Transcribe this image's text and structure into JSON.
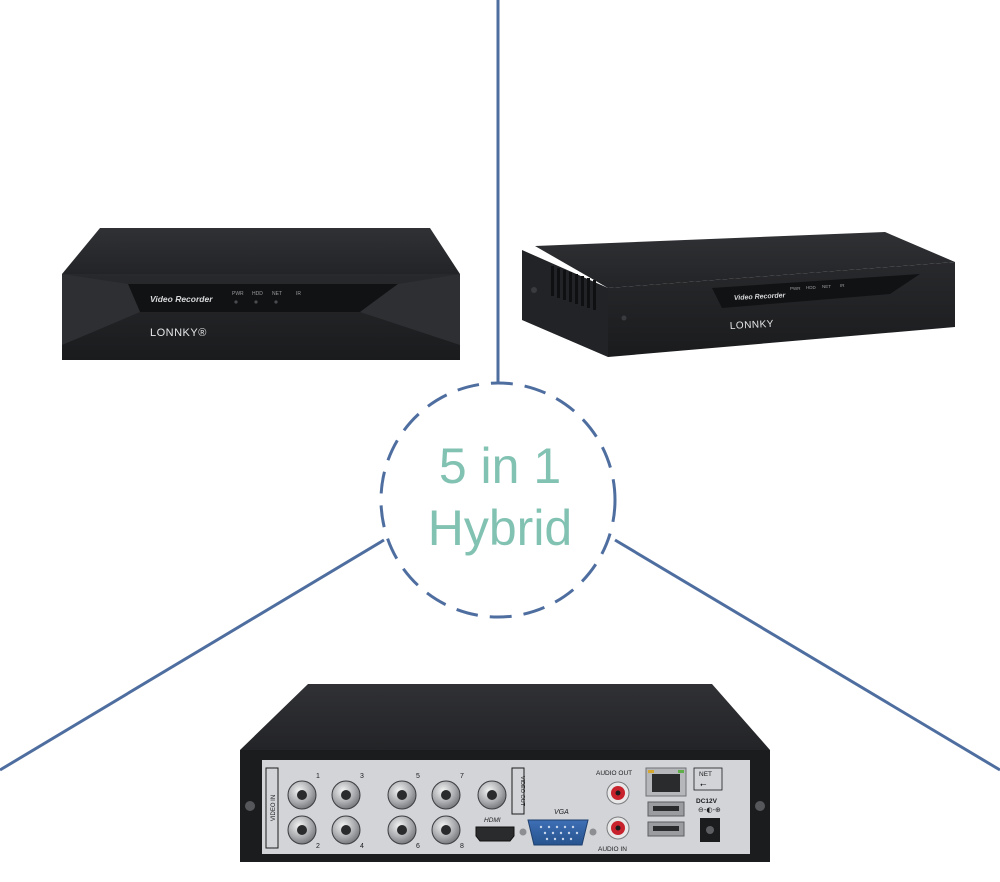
{
  "colors": {
    "divider": "#4f6ea0",
    "hub_text": "#82c2b2",
    "device_body": "#1e1f21",
    "device_top": "#2b2c2f",
    "rear_panel": "#d2d4d7"
  },
  "hub": {
    "line1": "5 in 1",
    "line2": "Hybrid"
  },
  "front_device": {
    "panel_label": "Video Recorder",
    "indicators": [
      "PWR",
      "HDD",
      "NET",
      "IR"
    ],
    "brand": "LONNKY®"
  },
  "angled_device": {
    "panel_label": "Video Recorder",
    "indicators": [
      "PWR",
      "HDD",
      "NET",
      "IR"
    ],
    "brand": "LONNKY"
  },
  "rear_device": {
    "video_in_label": "VIDEO IN",
    "video_out_label": "VIDEO OUT",
    "channels_top": [
      "1",
      "3",
      "5",
      "7"
    ],
    "channels_bottom": [
      "2",
      "4",
      "6",
      "8"
    ],
    "hdmi_label": "HDMI",
    "vga_label": "VGA",
    "audio_out_label": "AUDIO OUT",
    "audio_in_label": "AUDIO IN",
    "net_label": "NET",
    "power_label": "DC12V"
  }
}
